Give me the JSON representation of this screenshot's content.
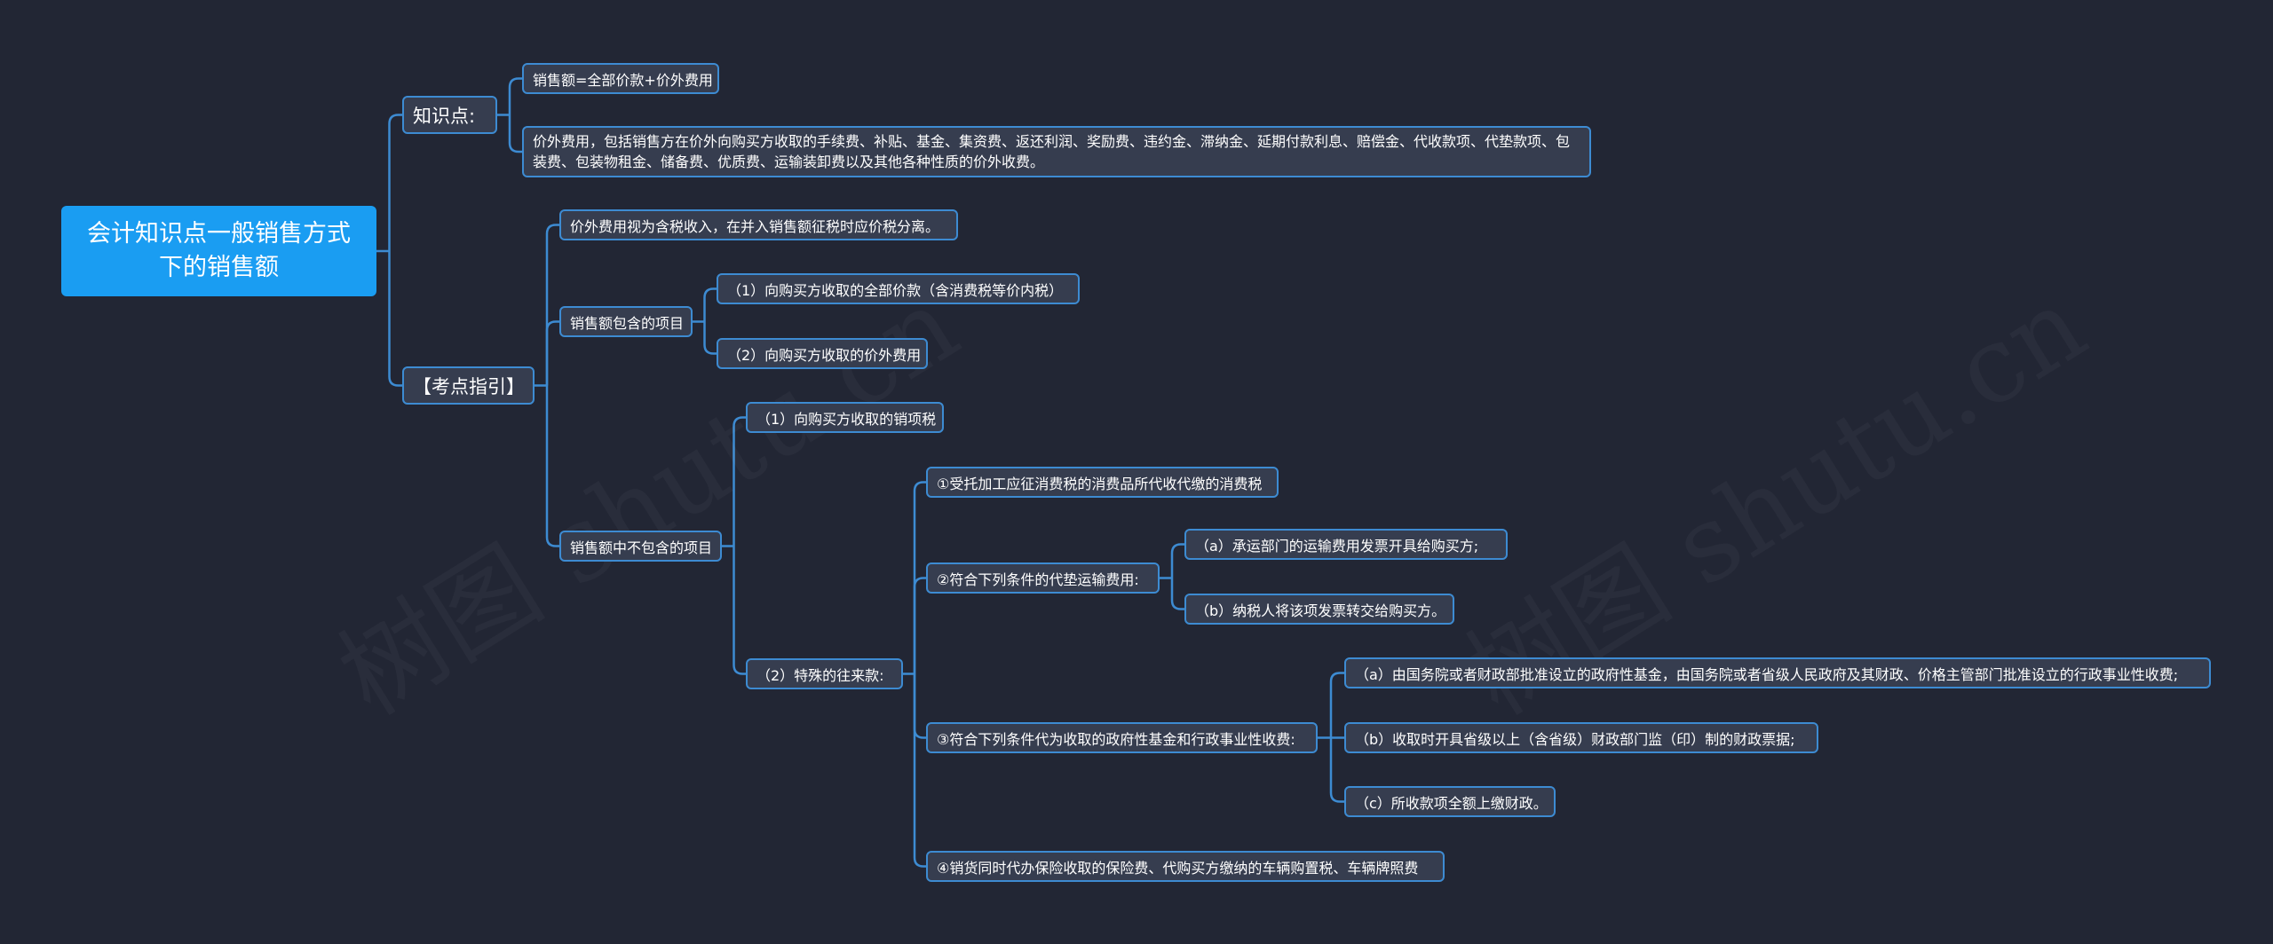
{
  "watermark": "树图 shutu.cn",
  "colors": {
    "background": "#222634",
    "root": "#1a9df2",
    "node_fill": "#363d4f",
    "line": "#3d8bd2"
  },
  "root": "会计知识点一般销售方式下的销售额",
  "knowledge": {
    "label": "知识点:",
    "items": [
      "销售额=全部价款+价外费用",
      "价外费用，包括销售方在价外向购买方收取的手续费、补贴、基金、集资费、返还利润、奖励费、违约金、滞纳金、延期付款利息、赔偿金、代收款项、代垫款项、包装费、包装物租金、储备费、优质费、运输装卸费以及其他各种性质的价外收费。"
    ]
  },
  "guide": {
    "label": "【考点指引】",
    "tax_inclusive": "价外费用视为含税收入，在并入销售额征税时应价税分离。",
    "included": {
      "label": "销售额包含的项目",
      "items": [
        "（1）向购买方收取的全部价款（含消费税等价内税）",
        "（2）向购买方收取的价外费用"
      ]
    },
    "excluded": {
      "label": "销售额中不包含的项目",
      "vat": "（1）向购买方收取的销项税",
      "special": {
        "label": "（2）特殊的往来款:",
        "item1": "①受托加工应征消费税的消费品所代收代缴的消费税",
        "item2": {
          "label": "②符合下列条件的代垫运输费用:",
          "a": "（a）承运部门的运输费用发票开具给购买方;",
          "b": "（b）纳税人将该项发票转交给购买方。"
        },
        "item3": {
          "label": "③符合下列条件代为收取的政府性基金和行政事业性收费:",
          "a": "（a）由国务院或者财政部批准设立的政府性基金，由国务院或者省级人民政府及其财政、价格主管部门批准设立的行政事业性收费;",
          "b": "（b）收取时开具省级以上（含省级）财政部门监（印）制的财政票据;",
          "c": "（c）所收款项全额上缴财政。"
        },
        "item4": "④销货同时代办保险收取的保险费、代购买方缴纳的车辆购置税、车辆牌照费"
      }
    }
  }
}
